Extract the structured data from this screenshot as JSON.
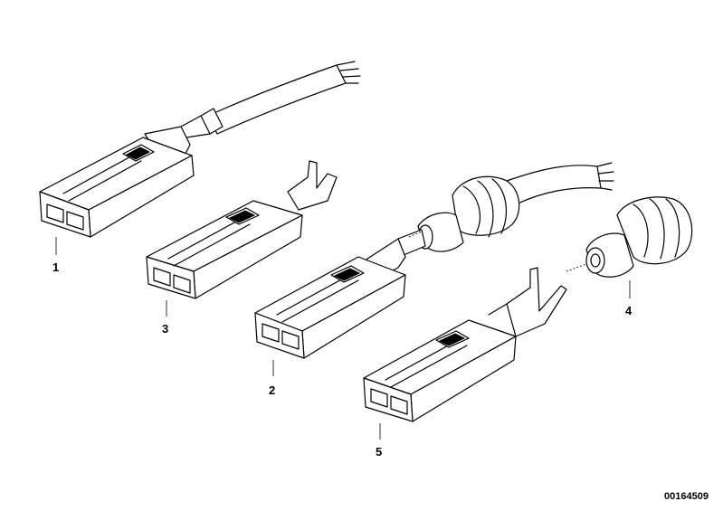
{
  "callouts": {
    "part1": "1",
    "part2": "2",
    "part3": "3",
    "part4": "4",
    "part5": "5"
  },
  "drawing_number": "00164509"
}
